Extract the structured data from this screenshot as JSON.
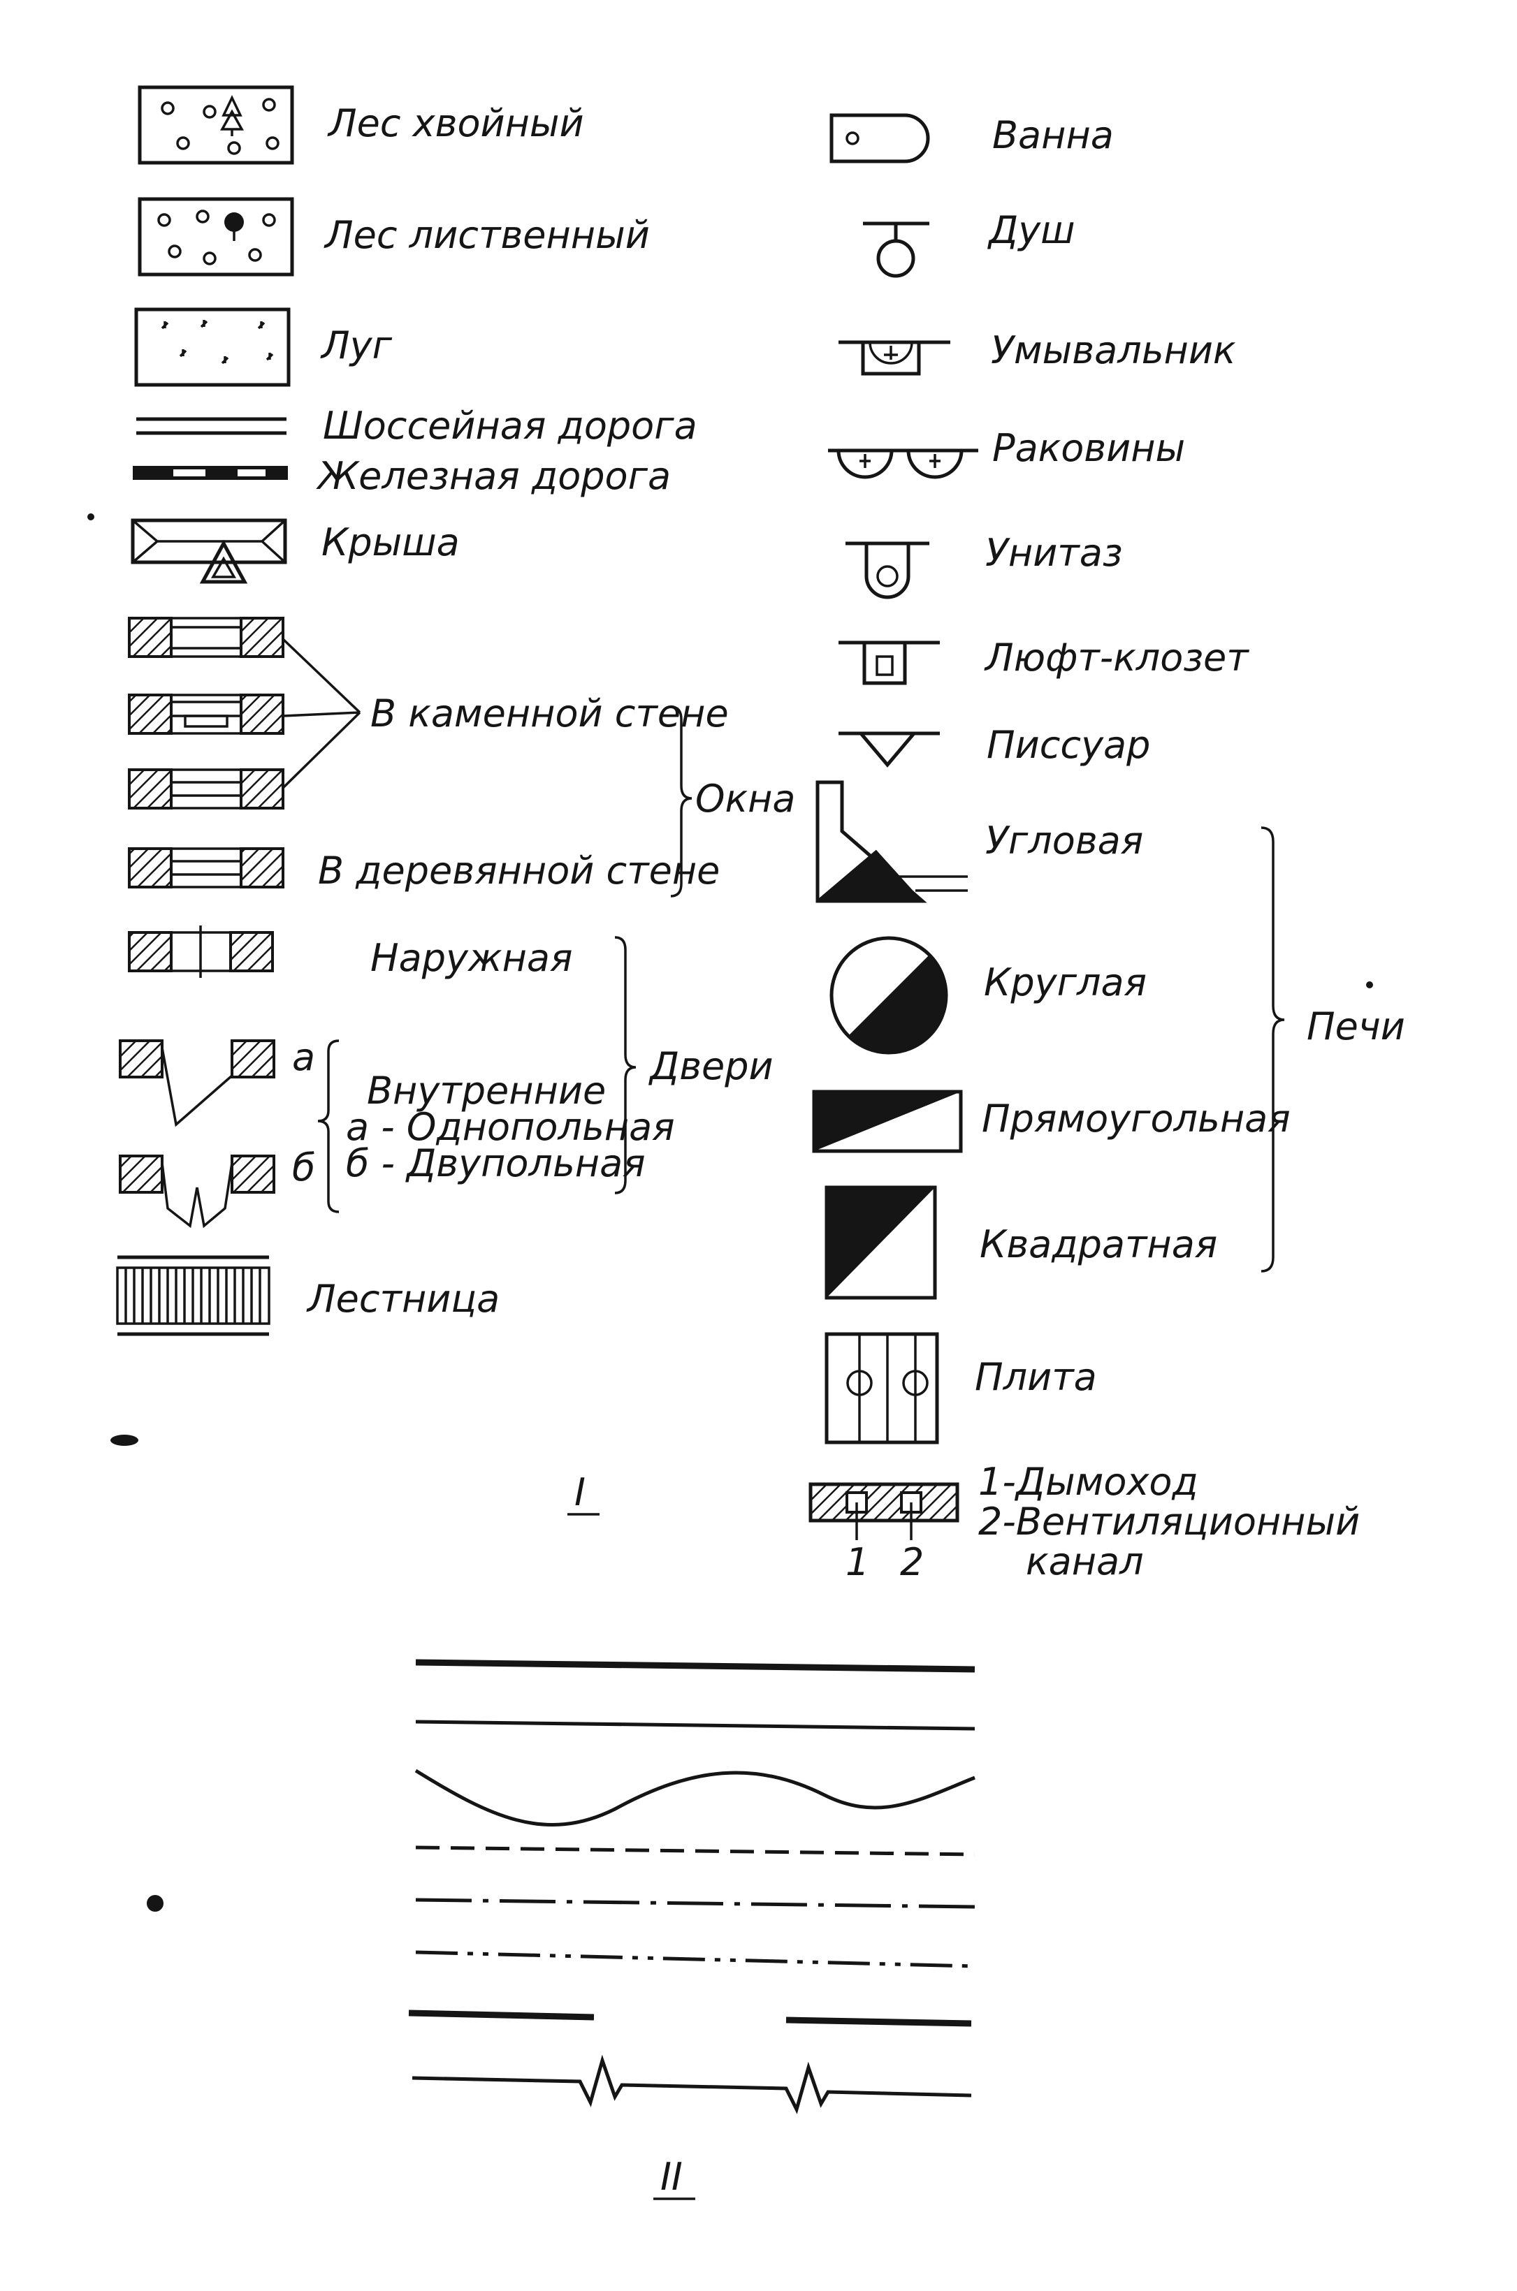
{
  "section1": {
    "numeral": "I",
    "left": {
      "forest_conifer": "Лес хвойный",
      "forest_deciduous": "Лес лиственный",
      "meadow": "Луг",
      "highway": "Шоссейная дорога",
      "railway": "Железная дорога",
      "roof": "Крыша",
      "stone_wall": "В каменной стене",
      "wood_wall": "В деревянной стене",
      "windows": "Окна",
      "door_outer": "Наружная",
      "door_inner": "Внутренние",
      "door_single": "а - Однопольная",
      "door_double": "б - Двупольная",
      "door_mark_a": "а",
      "door_mark_b": "б",
      "doors": "Двери",
      "stairs": "Лестница"
    },
    "right": {
      "bath": "Ванна",
      "shower": "Душ",
      "washbasin": "Умывальник",
      "sinks": "Раковины",
      "toilet": "Унитаз",
      "air_closet": "Люфт-клозет",
      "urinal": "Писсуар",
      "stove_corner": "Угловая",
      "stove_round": "Круглая",
      "stove_rect": "Прямоугольная",
      "stove_square": "Квадратная",
      "stoves": "Печи",
      "cooker": "Плита",
      "chimney": "1-Дымоход",
      "vent": "2-Вентиляционный",
      "vent_2": "канал",
      "num_1": "1",
      "num_2": "2"
    }
  },
  "section2": {
    "numeral": "II",
    "line_types": [
      "thick-solid",
      "thin-solid",
      "wavy",
      "dashed",
      "dash-dot",
      "dash-dot-2",
      "break-gap",
      "zigzag-break"
    ]
  },
  "colors": {
    "ink": "#151515",
    "paper": "#ffffff"
  }
}
